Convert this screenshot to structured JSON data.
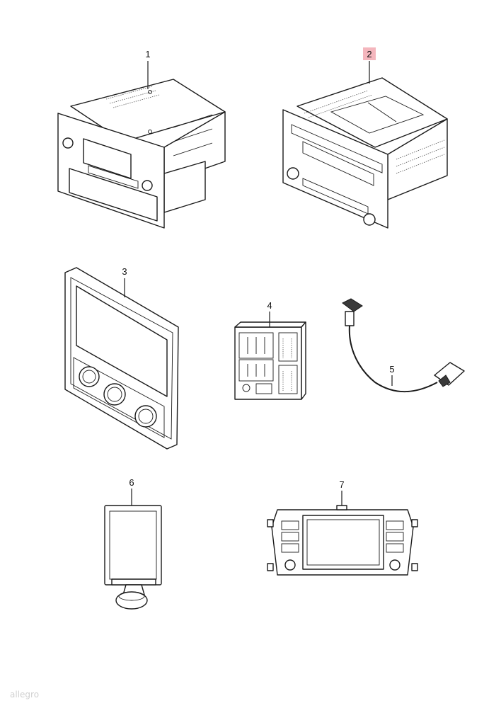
{
  "callouts": [
    {
      "id": "1",
      "text": "1",
      "highlighted": false
    },
    {
      "id": "2",
      "text": "2",
      "highlighted": true
    },
    {
      "id": "3",
      "text": "3",
      "highlighted": false
    },
    {
      "id": "4",
      "text": "4",
      "highlighted": false
    },
    {
      "id": "5",
      "text": "5",
      "highlighted": false
    },
    {
      "id": "6",
      "text": "6",
      "highlighted": false
    },
    {
      "id": "7",
      "text": "7",
      "highlighted": false
    }
  ],
  "colors": {
    "highlight": "#f4b6bd",
    "line": "#1a1a1a",
    "background": "#ffffff"
  },
  "watermark": {
    "text": "allegro"
  }
}
